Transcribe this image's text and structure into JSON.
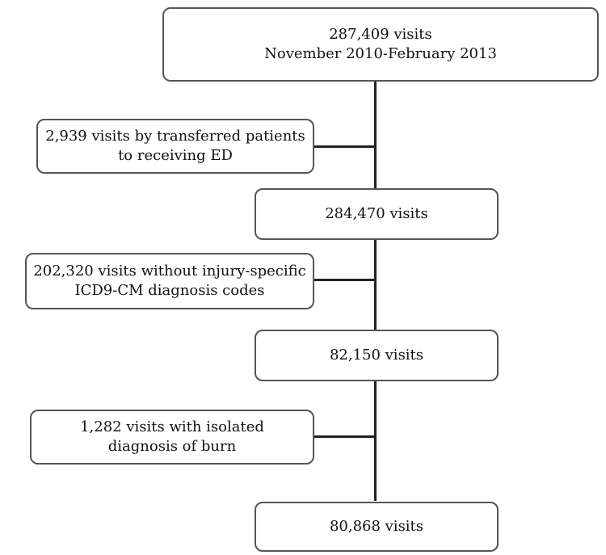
{
  "flowchart": {
    "nodes": {
      "total": {
        "line1": "287,409 visits",
        "line2": "November 2010-February 2013"
      },
      "excl_transferred": {
        "line1": "2,939 visits by transferred patients",
        "line2": "to receiving ED"
      },
      "step2": {
        "line1": "284,470 visits"
      },
      "excl_no_injury": {
        "line1": "202,320 visits without injury-specific",
        "line2": "ICD9-CM diagnosis codes"
      },
      "step3": {
        "line1": "82,150 visits"
      },
      "excl_burn": {
        "line1": "1,282 visits with isolated",
        "line2": "diagnosis of burn"
      },
      "final": {
        "line1": "80,868 visits"
      }
    }
  }
}
